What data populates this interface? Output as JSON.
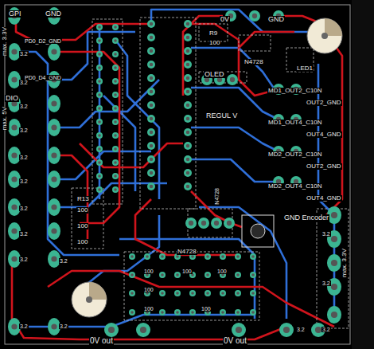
{
  "diagram": {
    "labels": [
      "GPI",
      "GND",
      "max. 3.3V",
      "PD0_D2_GND",
      "PD0_D4_GND",
      "DIO",
      "max. 5V",
      "0V",
      "GND",
      "R9",
      "100",
      "N4728",
      "LED1",
      "OLED",
      "REGUL V",
      "MD1_OUT2_C10N",
      "OUT2_GND",
      "MD1_OUT4_C10N",
      "OUT4_GND",
      "MD2_OUT2_C10N",
      "OUT2_GND",
      "MD2_OUT4_C10N",
      "OUT4_GND",
      "N4728",
      "GND Encoder",
      "max. 3.3V",
      "R13",
      "100",
      "100",
      "100",
      "N4728",
      "100",
      "100",
      "100",
      "100",
      "100",
      "100",
      "0V out",
      "0V out",
      "3.2",
      "3.2",
      "3.2",
      "3.2",
      "3.2",
      "3.2",
      "3.2",
      "3.2",
      "3.2",
      "3.2",
      "3.2",
      "3.2",
      "3.2",
      "3.2",
      "3.2",
      "3.2"
    ]
  }
}
